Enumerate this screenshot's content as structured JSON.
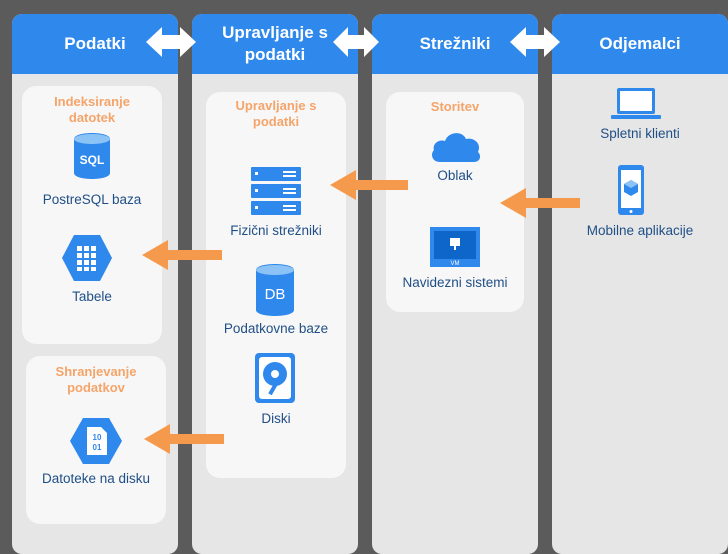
{
  "columns": {
    "data": {
      "title": "Podatki"
    },
    "management": {
      "title": "Upravljanje s podatki"
    },
    "servers": {
      "title": "Strežniki"
    },
    "clients": {
      "title": "Odjemalci"
    }
  },
  "data_column": {
    "indexing_card": {
      "title": "Indeksiranje datotek",
      "postgres_label": "PostreSQL baza",
      "postgres_icon_text": "SQL",
      "tables_label": "Tabele"
    },
    "storage_card": {
      "title": "Shranjevanje podatkov",
      "disk_files_label": "Datoteke na disku",
      "disk_files_icon_text": "10 01"
    }
  },
  "management_column": {
    "card": {
      "title": "Upravljanje s podatki",
      "physical_servers_label": "Fizični strežniki",
      "databases_label": "Podatkovne baze",
      "databases_icon_text": "DB",
      "disks_label": "Diski"
    }
  },
  "servers_column": {
    "card": {
      "title": "Storitev",
      "cloud_label": "Oblak",
      "vm_label": "Navidezni sistemi",
      "vm_icon_text": "VM"
    }
  },
  "clients_column": {
    "web_clients_label": "Spletni klienti",
    "mobile_apps_label": "Mobilne aplikacije"
  },
  "colors": {
    "header_blue": "#2f88ec",
    "icon_blue": "#2f88ec",
    "arrow_orange": "#f59a4c",
    "card_title_orange": "#f5a46a",
    "label_navy": "#1f4f86",
    "column_bg": "#e6e6e6",
    "card_bg": "#f7f7f7",
    "page_bg": "#5b5b5b"
  }
}
